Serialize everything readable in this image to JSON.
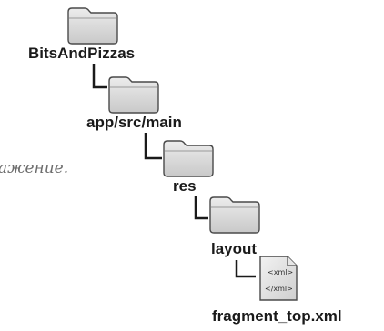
{
  "tree": {
    "nodes": [
      {
        "id": "root",
        "label": "BitsAndPizzas",
        "icon": "folder-icon"
      },
      {
        "id": "main",
        "label": "app/src/main",
        "icon": "folder-icon"
      },
      {
        "id": "res",
        "label": "res",
        "icon": "folder-icon"
      },
      {
        "id": "layout",
        "label": "layout",
        "icon": "folder-icon"
      },
      {
        "id": "file",
        "label": "fragment_top.xml",
        "icon": "xml-file-icon"
      }
    ],
    "file_icon_text": {
      "open_tag": "<xml>",
      "close_tag": "</xml>"
    }
  },
  "side_note": "ажение.",
  "colors": {
    "folder_fill": "#d9d9d9",
    "folder_stroke": "#4a4a4a",
    "connector": "#1a1a1a",
    "label_text": "#1a1a1a",
    "side_note_text": "#6d6d6d"
  }
}
